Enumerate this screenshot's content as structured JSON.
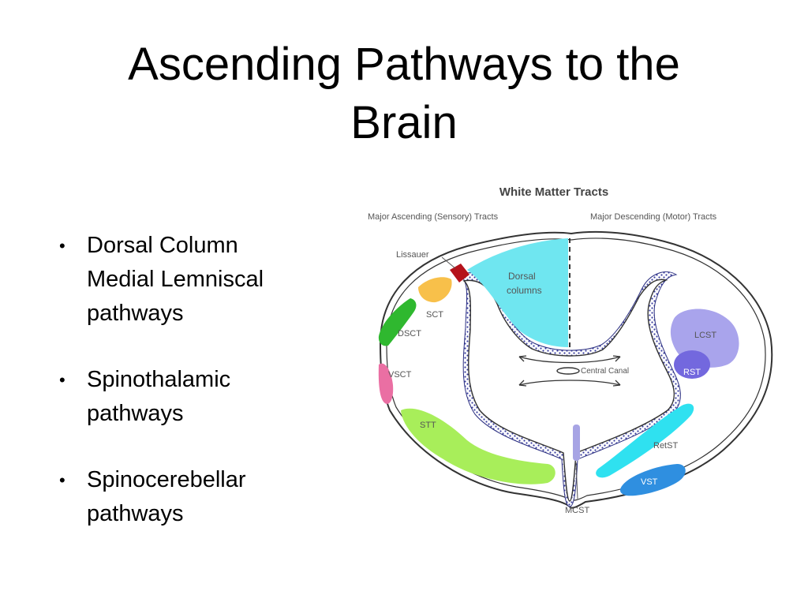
{
  "slide": {
    "title_line1": "Ascending Pathways to the",
    "title_line2": "Brain",
    "bullets": [
      {
        "line1": "Dorsal Column",
        "line2": "Medial Lemniscal",
        "line3": "pathways"
      },
      {
        "line1": "Spinothalamic",
        "line2": "pathways"
      },
      {
        "line1": "Spinocerebellar",
        "line2": "pathways"
      }
    ]
  },
  "diagram": {
    "title": "White Matter Tracts",
    "subtitle_left": "Major Ascending (Sensory) Tracts",
    "subtitle_right": "Major Descending (Motor) Tracts",
    "labels": {
      "lissauer": "Lissauer",
      "dorsal_line1": "Dorsal",
      "dorsal_line2": "columns",
      "sct": "SCT",
      "dsct": "DSCT",
      "vsct": "VSCT",
      "stt": "STT",
      "central_canal": "Central Canal",
      "lcst": "LCST",
      "rst": "RST",
      "retst": "RetST",
      "vst": "VST",
      "mcst": "MCST"
    },
    "colors": {
      "dorsal_columns": "#6fe6f0",
      "lissauer": "#b5121b",
      "sct": "#f8c04a",
      "dsct": "#2fb82f",
      "vsct": "#ea6fa3",
      "stt": "#a8ee5a",
      "lcst": "#a9a4ec",
      "rst": "#7368de",
      "retst": "#2fe1f0",
      "vst": "#2f8fe0",
      "mcst": "#a7a4e4",
      "gray_matter_stipple": "#3a3ea0"
    }
  }
}
